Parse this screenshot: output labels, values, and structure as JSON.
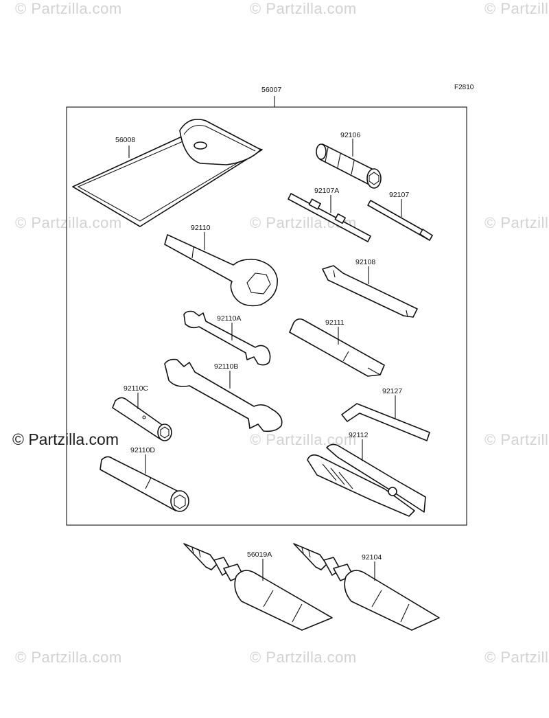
{
  "watermark": {
    "text": "© Partzilla.com",
    "overlay_text": "© Partzilla.com",
    "color": "#d2d2d2"
  },
  "figure_id": "F2810",
  "labels": {
    "case": "56007",
    "pouch": "56008",
    "socket_handle": "92106",
    "screwdriver_a": "92107A",
    "screwdriver": "92107",
    "ring_wrench": "92110",
    "spoke_wrench": "92108",
    "wrench_a": "92110A",
    "extension_bar": "92111",
    "wrench_b": "92110B",
    "plug_wrench_c": "92110C",
    "hex_key": "92127",
    "pliers": "92112",
    "plug_wrench_d": "92110D",
    "grease_a": "56019A",
    "grease": "92104"
  }
}
